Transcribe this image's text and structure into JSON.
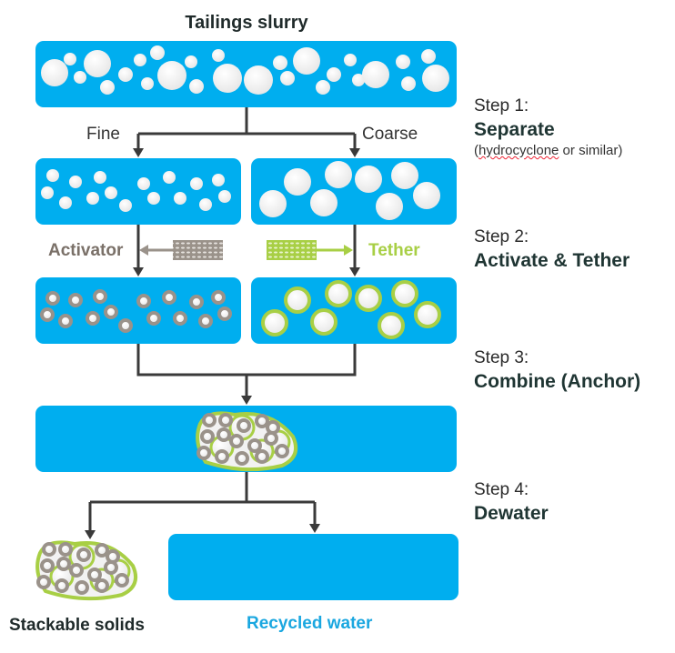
{
  "diagram": {
    "title": "Tailings slurry",
    "branches": {
      "fine": "Fine",
      "coarse": "Coarse"
    },
    "reagents": {
      "activator": {
        "label": "Activator",
        "color": "#8c847c"
      },
      "tether": {
        "label": "Tether",
        "color": "#a8cf45"
      }
    },
    "steps": [
      {
        "number": "Step 1:",
        "name": "Separate",
        "note_word": "hydrocyclone",
        "note_rest": " or similar)",
        "note_open": "("
      },
      {
        "number": "Step 2:",
        "name": "Activate & Tether"
      },
      {
        "number": "Step 3:",
        "name": "Combine (Anchor)"
      },
      {
        "number": "Step 4:",
        "name": "Dewater"
      }
    ],
    "outputs": {
      "solids": "Stackable solids",
      "water": "Recycled water"
    },
    "colors": {
      "water": "#00aeef",
      "particle": "#f4f4f4",
      "activator_ring": "#9a928a",
      "tether_ring": "#a8cf45",
      "connector": "#3a3a3a"
    }
  }
}
